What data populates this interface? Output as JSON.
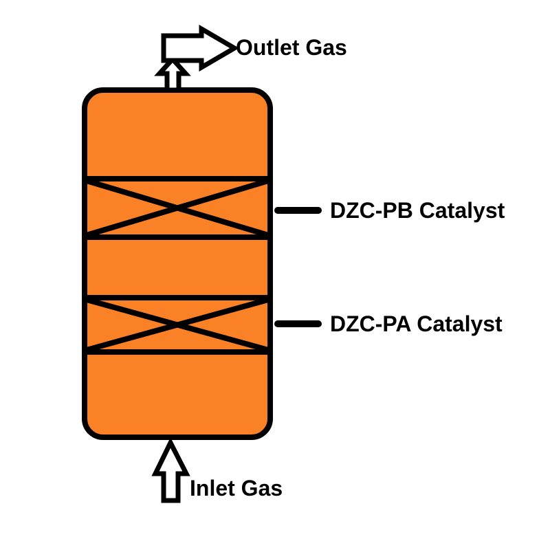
{
  "colors": {
    "vessel_fill": "#FA8125",
    "outline": "#000000",
    "text": "#000000",
    "arrow_fill": "#FFFFFF",
    "background": "#FFFFFF"
  },
  "flows": {
    "outlet_label": "Outlet Gas",
    "inlet_label": "Inlet Gas"
  },
  "catalyst_beds": [
    {
      "position": "upper",
      "label": "DZC-PB Catalyst"
    },
    {
      "position": "lower",
      "label": "DZC-PA Catalyst"
    }
  ],
  "icons": {
    "outlet_arrow": "elbow-up-right-arrow-icon",
    "inlet_arrow": "up-arrow-icon"
  }
}
